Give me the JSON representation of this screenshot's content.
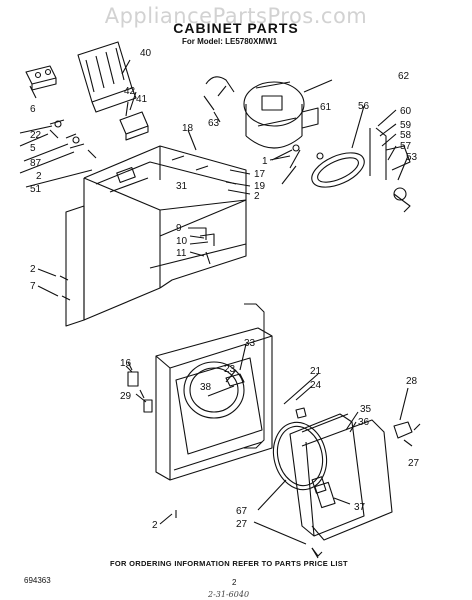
{
  "watermark": "AppliancePartsPros.com",
  "title": "CABINET PARTS",
  "subtitle": "For Model: LE5780XMW1",
  "footer": "FOR ORDERING INFORMATION REFER TO PARTS PRICE LIST",
  "doc_number": "694363",
  "page_number": "2",
  "handwritten": "2-31-6040",
  "callouts": [
    "40",
    "6",
    "42",
    "41",
    "22",
    "5",
    "87",
    "2",
    "51",
    "18",
    "31",
    "17",
    "19",
    "2",
    "1",
    "62",
    "63",
    "61",
    "56",
    "60",
    "59",
    "58",
    "57",
    "53",
    "9",
    "10",
    "11",
    "2",
    "7",
    "16",
    "33",
    "23",
    "38",
    "29",
    "21",
    "24",
    "35",
    "36",
    "28",
    "27",
    "67",
    "37",
    "2",
    "27"
  ]
}
